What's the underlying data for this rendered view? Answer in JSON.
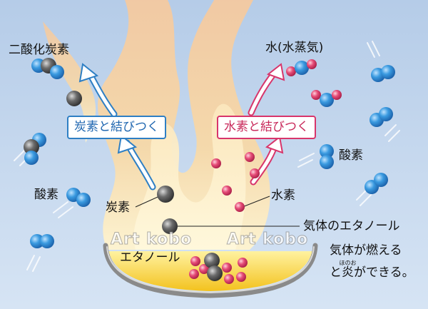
{
  "labels": {
    "co2": "二酸化炭素",
    "water": "水(水蒸気)",
    "bond_carbon": "炭素と結びつく",
    "bond_hydrogen": "水素と結びつく",
    "oxygen_left": "酸素",
    "oxygen_right": "酸素",
    "carbon": "炭素",
    "hydrogen": "水素",
    "ethanol_gas": "気体のエタノール",
    "ethanol": "エタノール",
    "burn_line1": "気体が燃える",
    "burn_line2_pre": "と",
    "burn_line2_kanji": "炎",
    "burn_line2_ruby": "ほのお",
    "burn_line2_post": "ができる。"
  },
  "watermark": "Art kobo",
  "colors": {
    "sky_top": "#b9cfe9",
    "sky_bottom": "#d4e2f3",
    "flame_outer": "#f6d3a5",
    "flame_inner": "#fbecc0",
    "oxygen": "#2f8fd8",
    "hydrogen": "#e0456f",
    "carbon": "#555555",
    "arrow_blue": "#2e7fc4",
    "arrow_pink": "#d8356b",
    "dish_rim": "#8a8a8a",
    "liquid": "#f6d03c"
  }
}
